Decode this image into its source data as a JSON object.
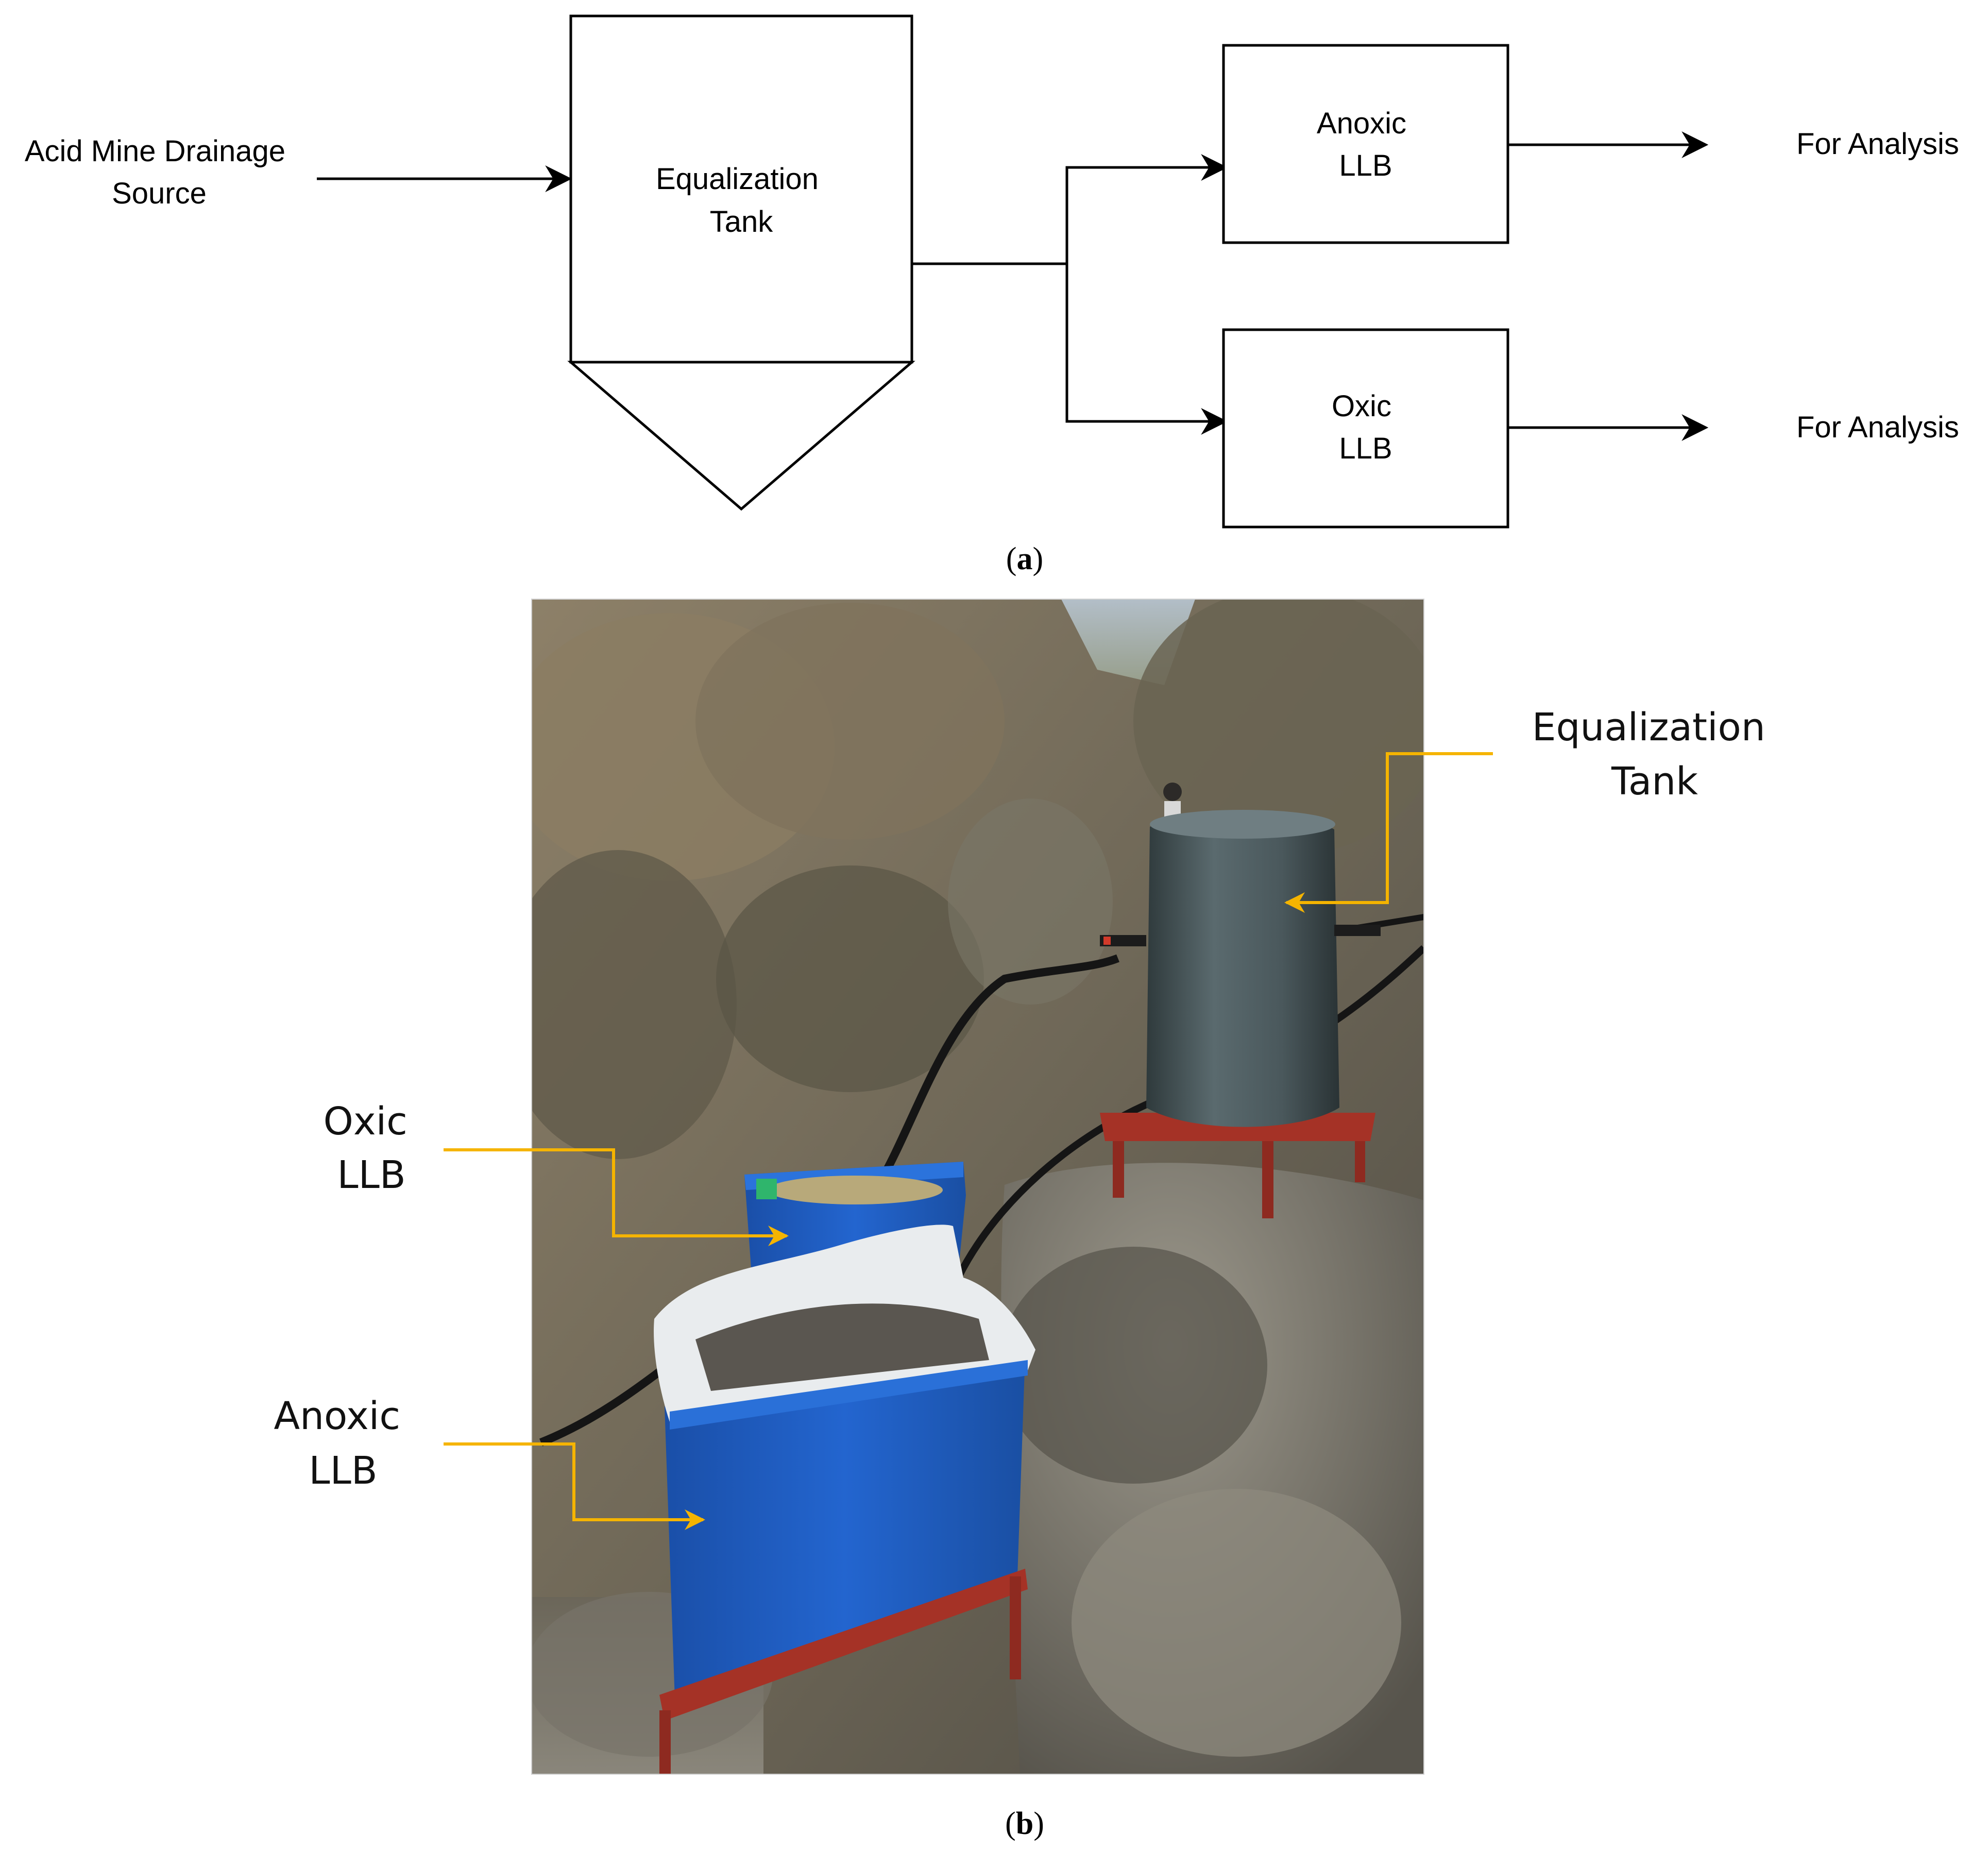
{
  "panel_a": {
    "source_label": {
      "line1": "Acid Mine Drainage",
      "line2": "Source"
    },
    "equalization_tank": {
      "line1": "Equalization",
      "line2": "Tank"
    },
    "anoxic_llb": {
      "line1": "Anoxic",
      "line2": "LLB"
    },
    "oxic_llb": {
      "line1": "Oxic",
      "line2": "LLB"
    },
    "output_top": "For Analysis",
    "output_bottom": "For Analysis",
    "caption": {
      "open": "(",
      "letter": "a",
      "close": ")"
    }
  },
  "panel_b": {
    "label_equalization": {
      "line1": "Equalization",
      "line2": "Tank"
    },
    "label_oxic": {
      "line1": "Oxic",
      "line2": "LLB"
    },
    "label_anoxic": {
      "line1": "Anoxic",
      "line2": "LLB"
    },
    "caption": {
      "open": "(",
      "letter": "b",
      "close": ")"
    }
  },
  "colors": {
    "line": "#000000",
    "annotation_arrow": "#f5b400",
    "anoxic_tank": "#1f5fc4",
    "oxic_tank": "#1e63cf",
    "equalization_drum": "#4a5a5e",
    "stand": "#a53226"
  }
}
